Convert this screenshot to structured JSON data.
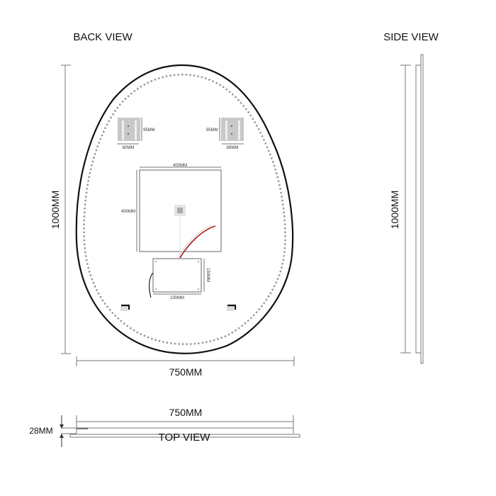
{
  "views": {
    "back": {
      "title": "BACK VIEW",
      "height_label": "1000MM",
      "width_label": "750MM",
      "bracket_left": {
        "height": "95MM",
        "width": "80MM"
      },
      "bracket_right": {
        "height": "95MM",
        "width": "88MM"
      },
      "pad": {
        "width": "400MM",
        "height": "400MM"
      },
      "driver_box": {
        "height": "150MM",
        "width": "230MM"
      }
    },
    "side": {
      "title": "SIDE VIEW",
      "height_label": "1000MM"
    },
    "top": {
      "title": "TOP VIEW",
      "width_label": "750MM",
      "depth_label": "28MM"
    }
  },
  "colors": {
    "outline": "#111111",
    "led_dots": "#9a9a9a",
    "wire_red": "#b01c1c",
    "bracket": "#c8c8c8"
  }
}
